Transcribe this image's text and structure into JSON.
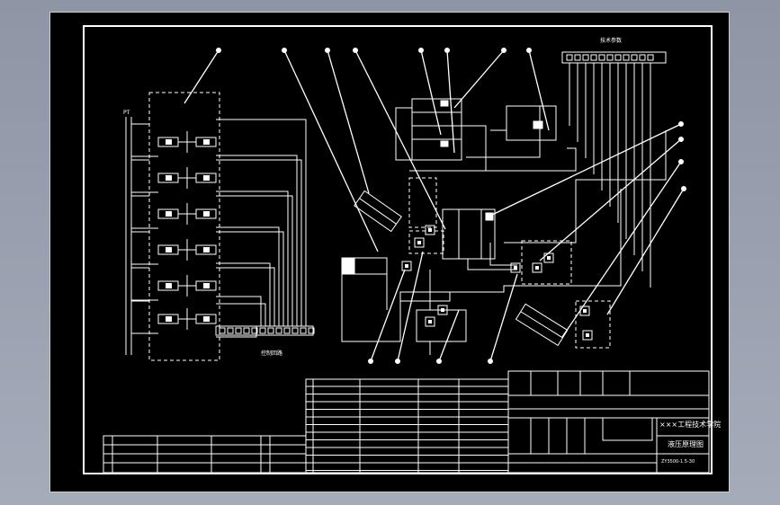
{
  "title_block": {
    "company": "×××工程技术学院",
    "drawing_title": "液压原理图",
    "drawing_number": "ZY3500-1.5-30"
  },
  "labels": {
    "top_right_table": "技术参数",
    "bottom_left_note": "控制回路",
    "left_rail": "PT"
  },
  "colors": {
    "background": "#000000",
    "lines": "#ffffff",
    "surround": "#98a0b0"
  }
}
